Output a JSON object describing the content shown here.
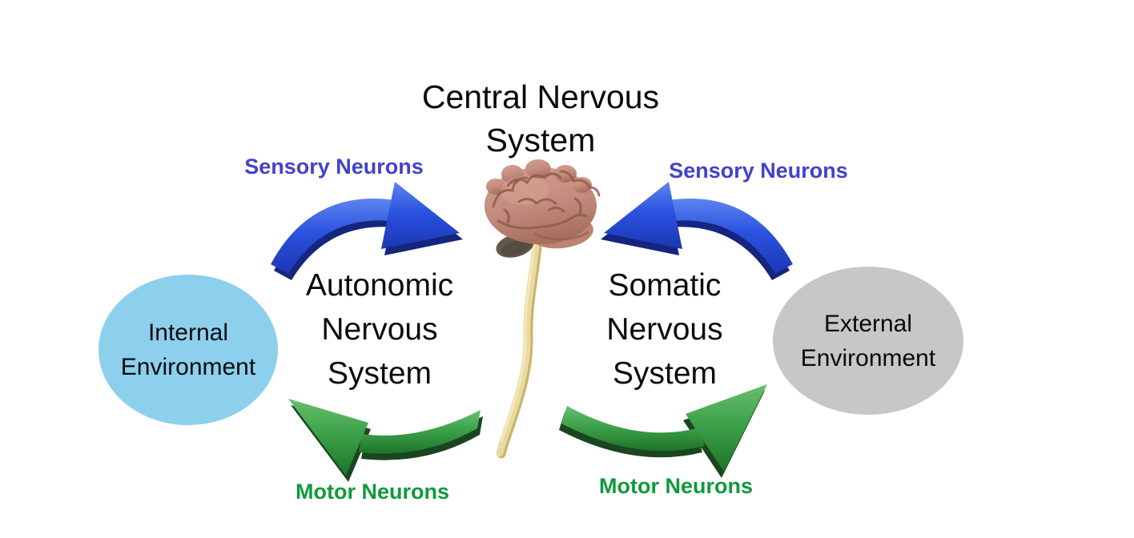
{
  "title": {
    "lines": [
      "Central Nervous",
      "System"
    ]
  },
  "systems": {
    "autonomic": {
      "lines": [
        "Autonomic",
        "Nervous",
        "System"
      ]
    },
    "somatic": {
      "lines": [
        "Somatic",
        "Nervous",
        "System"
      ]
    }
  },
  "environments": {
    "internal": {
      "lines": [
        "Internal",
        "Environment"
      ],
      "fill": "#8dd0ee"
    },
    "external": {
      "lines": [
        "External",
        "Environment"
      ],
      "fill": "#c7c7c7"
    }
  },
  "arrows": {
    "sensory_left": {
      "label": "Sensory Neurons"
    },
    "sensory_right": {
      "label": "Sensory Neurons"
    },
    "motor_left": {
      "label": "Motor Neurons"
    },
    "motor_right": {
      "label": "Motor Neurons"
    }
  },
  "icons": {
    "center": "brain-with-spinal-cord"
  },
  "colors": {
    "background": "#ffffff",
    "text": "#000000",
    "sensory_label": "#4242c8",
    "motor_label": "#0f9a3c",
    "sensory_arrow": "#2b52e0",
    "motor_arrow": "#3da24a",
    "internal_environment": "#8dd0ee",
    "external_environment": "#c7c7c7",
    "brain": "#c28b7d",
    "spinal_cord": "#e8db9f"
  }
}
